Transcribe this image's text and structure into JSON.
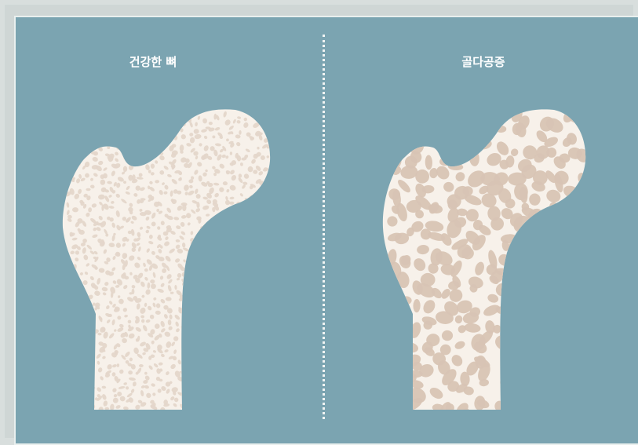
{
  "labels": {
    "healthy": "건강한 뼈",
    "osteoporosis": "골다공증"
  },
  "colors": {
    "background": "#7ba4b1",
    "bone_outline": "#f7f1ea",
    "healthy_pore": "#e4d6ca",
    "osteo_pore": "#d8c4b4"
  },
  "icons": [
    "femur-healthy-illustration",
    "femur-osteoporosis-illustration"
  ]
}
